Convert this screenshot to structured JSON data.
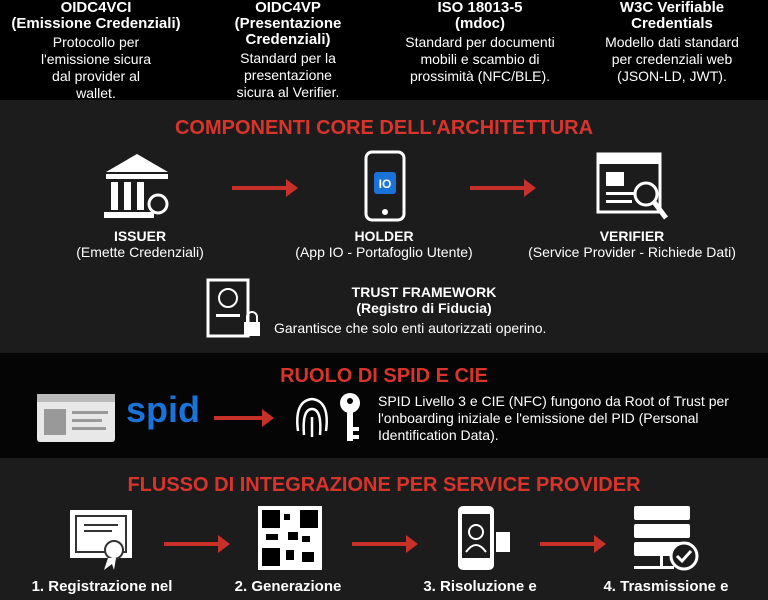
{
  "standards": [
    {
      "title": "OIDC4VCI",
      "subtitle": "(Emissione Credenziali)",
      "desc": "Protocollo per l'emissione sicura dal provider al wallet."
    },
    {
      "title": "OIDC4VP",
      "subtitle": "(Presentazione Credenziali)",
      "desc": "Standard per la presentazione sicura al Verifier."
    },
    {
      "title": "ISO 18013-5",
      "subtitle": "(mdoc)",
      "desc": "Standard per documenti mobili e scambio di prossimità (NFC/BLE)."
    },
    {
      "title": "W3C Verifiable",
      "subtitle": "Credentials",
      "desc": "Modello dati standard per credenziali web (JSON-LD, JWT)."
    }
  ],
  "core": {
    "heading": "COMPONENTI CORE DELL'ARCHITETTURA",
    "components": [
      {
        "title": "ISSUER",
        "desc": "(Emette Credenziali)",
        "icon": "bank-icon"
      },
      {
        "title": "HOLDER",
        "desc": "(App IO - Portafoglio Utente)",
        "icon": "phone-io-icon",
        "app_label": "IO"
      },
      {
        "title": "VERIFIER",
        "desc": "(Service Provider - Richiede Dati)",
        "icon": "browser-search-icon"
      }
    ],
    "trust": {
      "title": "TRUST FRAMEWORK",
      "subtitle": "(Registro di Fiducia)",
      "desc": "Garantisce che solo enti autorizzati operino."
    }
  },
  "spid": {
    "heading": "RUOLO DI SPID E CIE",
    "logo": "spid",
    "desc": "SPID Livello 3 e CIE (NFC) fungono da Root of Trust per l'onboarding iniziale e l'emissione del PID (Personal Identification Data)."
  },
  "flow": {
    "heading": "FLUSSO DI INTEGRAZIONE PER SERVICE PROVIDER",
    "steps": [
      {
        "label": "1. Registrazione nel",
        "icon": "certificate-icon"
      },
      {
        "label": "2. Generazione",
        "icon": "qr-code-icon"
      },
      {
        "label": "3. Risoluzione e",
        "icon": "phone-face-scan-icon"
      },
      {
        "label": "4. Trasmissione e",
        "icon": "server-check-icon"
      }
    ]
  },
  "colors": {
    "accent": "#d8342c",
    "spid_blue": "#1a73d9"
  }
}
